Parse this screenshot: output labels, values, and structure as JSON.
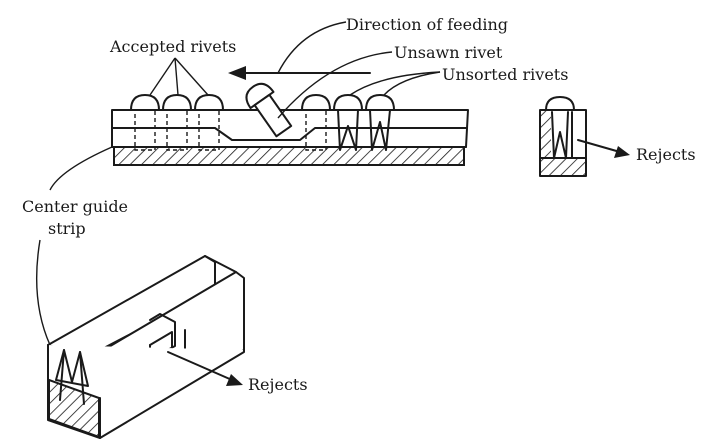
{
  "labels": {
    "direction_of_feeding": "Direction of feeding",
    "accepted_rivets": "Accepted rivets",
    "unsawn_rivet": "Unsawn rivet",
    "unsorted_rivets": "Unsorted rivets",
    "rejects_right": "Rejects",
    "center_guide_strip_line1": "Center guide",
    "center_guide_strip_line2": "strip",
    "rejects_bottom": "Rejects"
  }
}
